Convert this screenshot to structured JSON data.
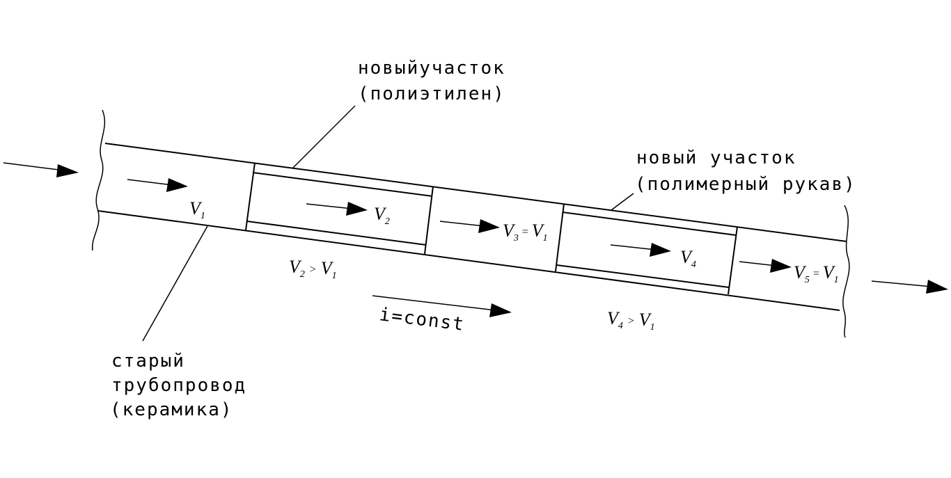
{
  "labels": {
    "new_section_pe_line1": "новыйучасток",
    "new_section_pe_line2": "(полиэтилен)",
    "new_section_hose_line1": "новый участок",
    "new_section_hose_line2": "(полимерный рукав)",
    "old_pipe_line1": "старый",
    "old_pipe_line2": "трубопровод",
    "old_pipe_line3": "(керамика)",
    "slope": "i=const"
  },
  "velocities": {
    "v1": {
      "base": "V",
      "sub": "1"
    },
    "v2": {
      "base": "V",
      "sub": "2"
    },
    "v3": {
      "base": "V",
      "sub": "3"
    },
    "v4": {
      "base": "V",
      "sub": "4"
    },
    "v5": {
      "base": "V",
      "sub": "5"
    },
    "eq_sign": "=",
    "gt_sign": ">"
  }
}
